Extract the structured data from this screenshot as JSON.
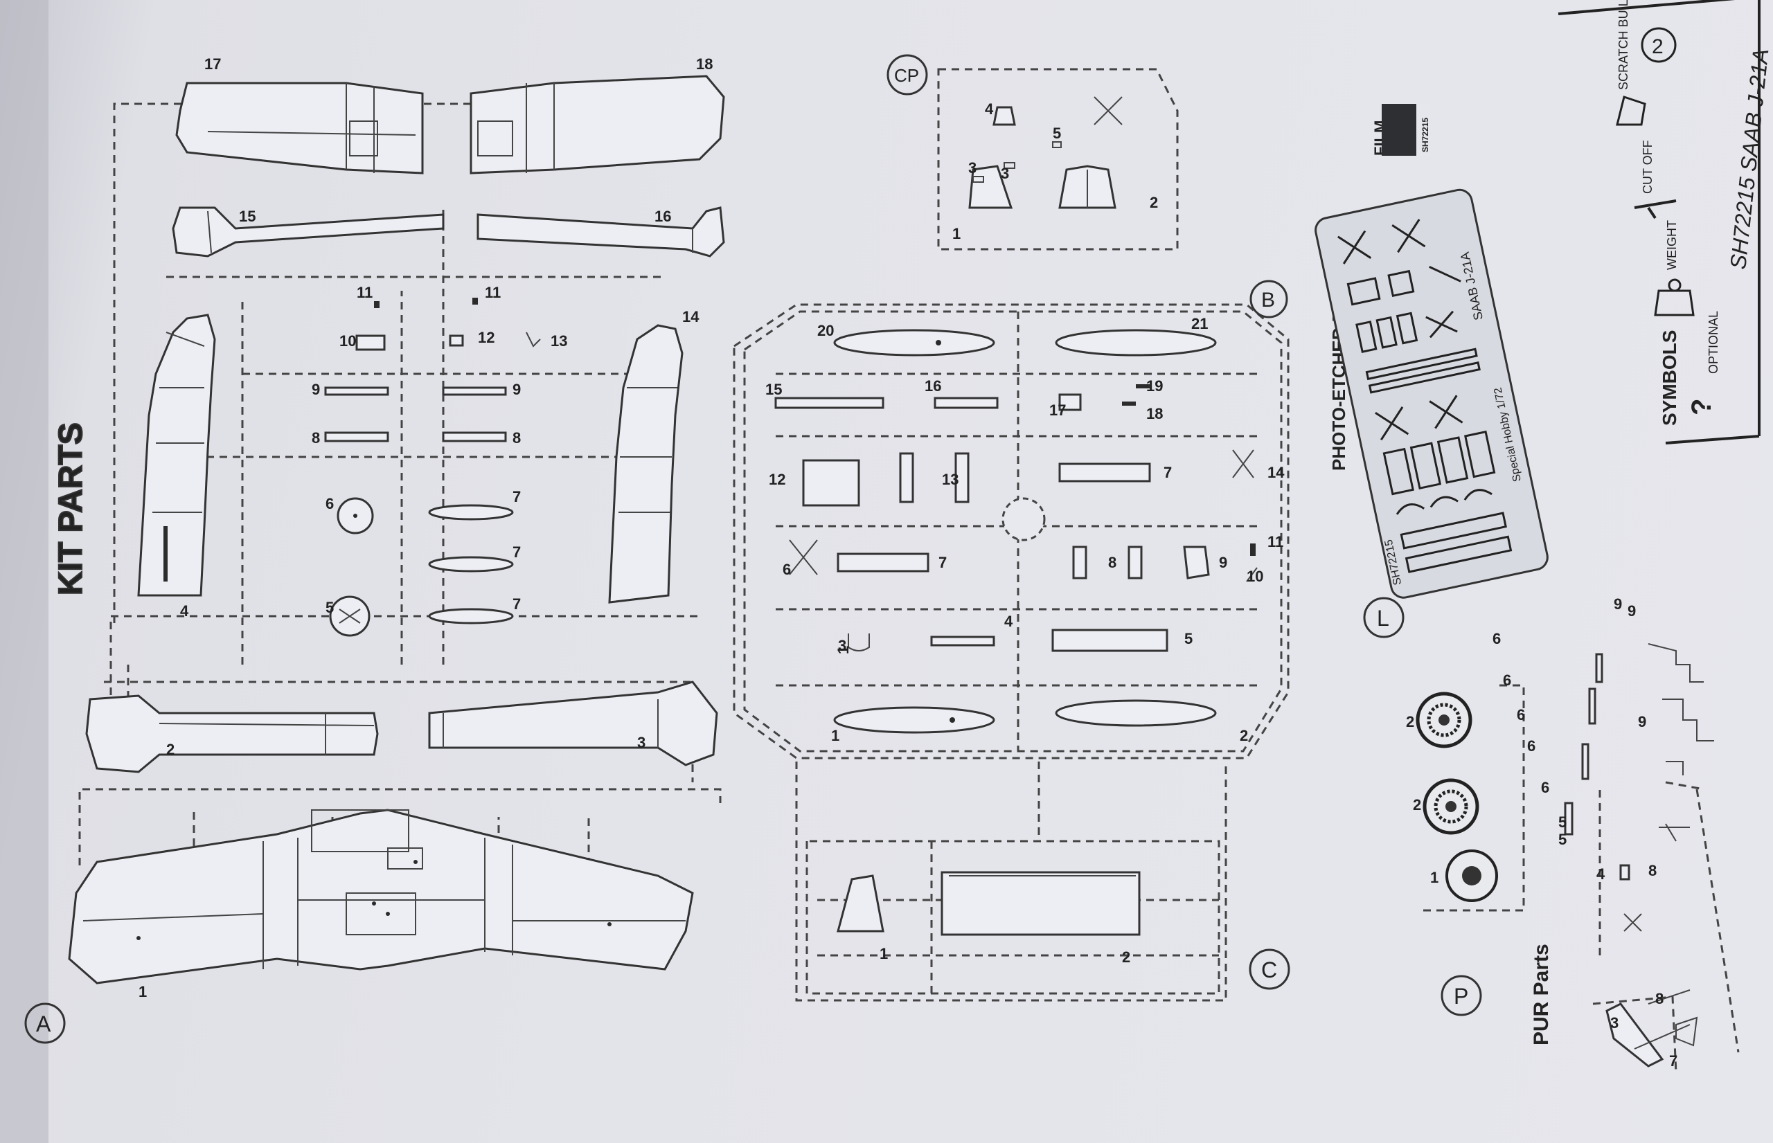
{
  "sheet": {
    "heading": "KIT PARTS",
    "sprues": {
      "a": "A",
      "b": "B",
      "c": "C",
      "cp": "CP",
      "l": "L",
      "p": "P"
    },
    "sprue_a_labels": [
      "1",
      "2",
      "3",
      "4",
      "5",
      "6",
      "7",
      "7",
      "7",
      "8",
      "8",
      "9",
      "9",
      "10",
      "11",
      "11",
      "12",
      "13",
      "14",
      "15",
      "16",
      "17",
      "18"
    ],
    "sprue_b_labels": [
      "1",
      "2",
      "3",
      "4",
      "5",
      "6",
      "7",
      "7",
      "8",
      "9",
      "10",
      "11",
      "12",
      "13",
      "14",
      "15",
      "16",
      "17",
      "18",
      "19",
      "20",
      "21"
    ],
    "sprue_c_labels": [
      "1",
      "2"
    ],
    "sprue_cp_labels": [
      "1",
      "2",
      "3",
      "3",
      "4",
      "5"
    ],
    "pur_parts": {
      "title": "PUR Parts",
      "labels": [
        "1",
        "2",
        "2",
        "3",
        "4",
        "5",
        "5",
        "6",
        "6",
        "6",
        "6",
        "6",
        "7",
        "8",
        "8",
        "9",
        "9",
        "9"
      ]
    },
    "photo_etched": {
      "title": "PHOTO-ETCHED Parts",
      "fret_title": "SAAB J-21A",
      "fret_code": "SH72215",
      "fret_footer": "Special Hobby 1/72"
    },
    "film": {
      "label": "FILM",
      "code": "SH72215"
    },
    "symbols": {
      "title": "SYMBOLS",
      "optional": "OPTIONAL",
      "weight": "WEIGHT",
      "cut_off": "CUT OFF",
      "scratch_build": "SCRATCH BUILD"
    },
    "footer": {
      "kit": "SH72215  SAAB J-21A",
      "page": "2"
    }
  }
}
